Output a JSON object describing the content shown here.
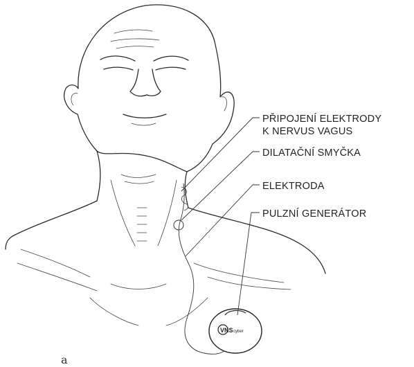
{
  "labels": {
    "l1": "PŘIPOJENÍ ELEKTRODY",
    "l2": "K NERVUS VAGUS",
    "l3": "DILATAČNÍ SMYČKA",
    "l4": "ELEKTRODA",
    "l5": "PULZNÍ GENERÁTOR"
  },
  "device_text": "VNS",
  "device_subtext": "cyber",
  "panel_letter": "a"
}
